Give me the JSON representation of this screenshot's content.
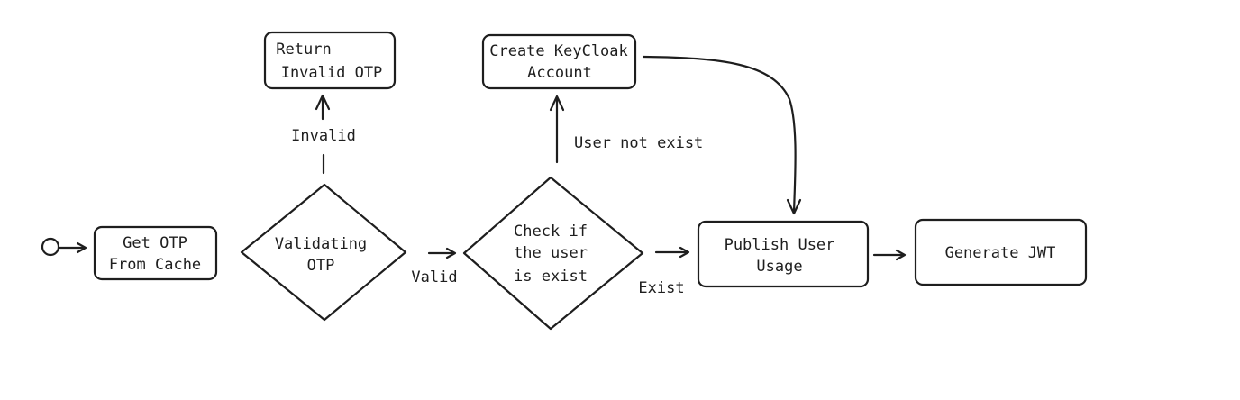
{
  "nodes": {
    "get_otp": [
      "Get OTP",
      "From Cache"
    ],
    "validating_otp": [
      "Validating",
      "OTP"
    ],
    "return_invalid": [
      "Return",
      "Invalid OTP"
    ],
    "check_user": [
      "Check if",
      "the user",
      "is exist"
    ],
    "create_keycloak": [
      "Create KeyCloak",
      "Account"
    ],
    "publish_usage": [
      "Publish User",
      "Usage"
    ],
    "generate_jwt": [
      "Generate JWT"
    ]
  },
  "edges": {
    "invalid": "Invalid",
    "valid": "Valid",
    "user_not_exist": "User not exist",
    "exist": "Exist"
  }
}
